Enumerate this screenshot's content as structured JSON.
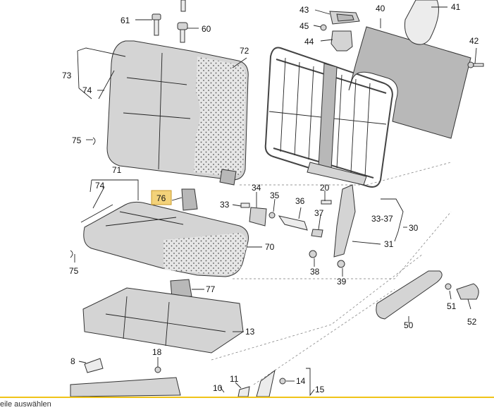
{
  "diagram": {
    "callouts": {
      "c61": "61",
      "c60": "60",
      "c43": "43",
      "c40": "40",
      "c41": "41",
      "c45": "45",
      "c44": "44",
      "c42": "42",
      "c72": "72",
      "c73": "73",
      "c74a": "74",
      "c75a": "75",
      "c71": "71",
      "c74b": "74",
      "c76": "76",
      "c34": "34",
      "c20": "20",
      "c33": "33",
      "c35": "35",
      "c36": "36",
      "c37": "37",
      "c3337": "33-37",
      "c30": "30",
      "c70": "70",
      "c31": "31",
      "c75b": "75",
      "c38": "38",
      "c39": "39",
      "c77": "77",
      "c13": "13",
      "c51": "51",
      "c52": "52",
      "c50": "50",
      "c18": "18",
      "c8": "8",
      "c11": "11",
      "c10": "10",
      "c14": "14",
      "c15": "15"
    },
    "highlighted": "76"
  },
  "footer": {
    "text": "eile auswählen"
  },
  "colors": {
    "highlight": "#f3d27a",
    "accent": "#f0c419"
  }
}
